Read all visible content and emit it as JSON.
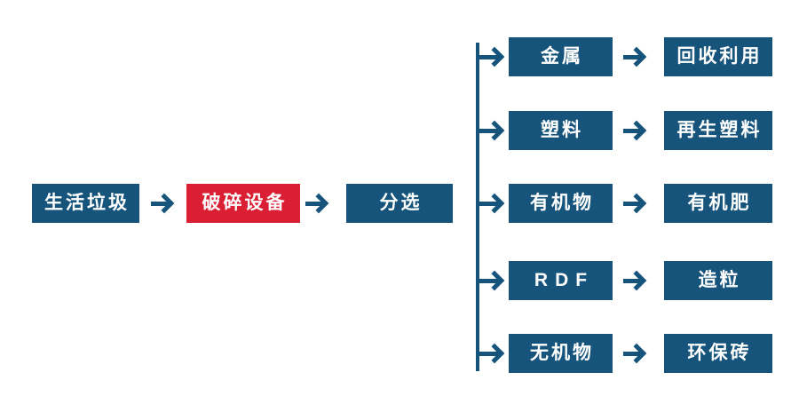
{
  "colors": {
    "blue": "#17547C",
    "red": "#DA1E33",
    "background": "#FFFFFF",
    "box_text": "#FFFFFF"
  },
  "diagram": {
    "main_flow": [
      {
        "label": "生活垃圾",
        "color": "blue"
      },
      {
        "label": "破碎设备",
        "color": "red"
      },
      {
        "label": "分选",
        "color": "blue"
      }
    ],
    "branches": [
      {
        "material": "金属",
        "product": "回收利用"
      },
      {
        "material": "塑料",
        "product": "再生塑料"
      },
      {
        "material": "有机物",
        "product": "有机肥"
      },
      {
        "material": "RDF",
        "product": "造粒"
      },
      {
        "material": "无机物",
        "product": "环保砖"
      }
    ]
  }
}
